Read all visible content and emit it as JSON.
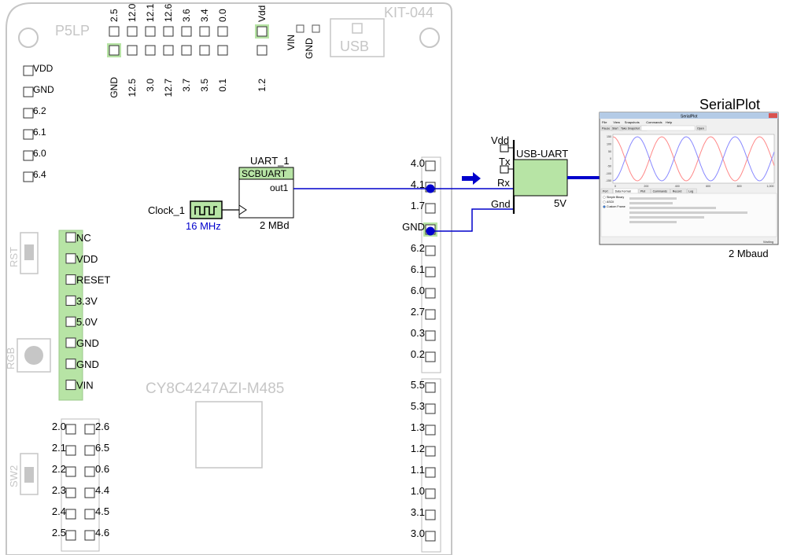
{
  "board": {
    "name": "KIT-044",
    "port_label": "P5LP",
    "chip_label": "CY8C4247AZI-M485",
    "usb_label": "USB",
    "rst_label": "RST",
    "rgb_label": "RGB",
    "sw2_label": "SW2",
    "vin_label": "VIN",
    "gnd_label": "GND"
  },
  "top_header": {
    "top_row": [
      "2.5",
      "12.0",
      "12.1",
      "12.6",
      "3.6",
      "3.4",
      "0.0",
      "Vdd"
    ],
    "bottom_row": [
      "GND",
      "12.5",
      "3.0",
      "12.7",
      "3.7",
      "3.5",
      "0.1",
      "1.2"
    ]
  },
  "left_pins": [
    "VDD",
    "GND",
    "6.2",
    "6.1",
    "6.0",
    "6.4"
  ],
  "power_header": [
    "NC",
    "VDD",
    "RESET",
    "3.3V",
    "5.0V",
    "GND",
    "GND",
    "VIN"
  ],
  "right_header_1": [
    "4.0",
    "4.1",
    "1.7",
    "GND",
    "6.2",
    "6.1",
    "6.0",
    "2.7",
    "0.3",
    "0.2"
  ],
  "right_header_2": [
    "5.5",
    "5.3",
    "1.3",
    "1.2",
    "1.1",
    "1.0",
    "3.1",
    "3.0"
  ],
  "bottom_header": {
    "left": [
      "2.0",
      "2.1",
      "2.2",
      "2.3",
      "2.4",
      "2.5"
    ],
    "right": [
      "2.6",
      "6.5",
      "0.6",
      "4.4",
      "4.5",
      "4.6"
    ]
  },
  "uart": {
    "instance": "UART_1",
    "component": "SCBUART",
    "port": "out1",
    "rate": "2 MBd"
  },
  "clock": {
    "instance": "Clock_1",
    "freq": "16 MHz"
  },
  "usb_uart": {
    "title": "USB-UART",
    "pins": [
      "Vdd",
      "Tx",
      "Rx",
      "Gnd"
    ],
    "voltage": "5V"
  },
  "serialplot": {
    "title": "SerialPlot",
    "baud": "2 Mbaud",
    "window_title": "SerialPlot",
    "menu": [
      "File",
      "View",
      "Snapshots",
      "Commands",
      "Help"
    ],
    "toolbar": [
      "Pause",
      "Start",
      "Take Snapshot",
      "Open"
    ],
    "y_ticks": [
      "150",
      "100",
      "50",
      "0",
      "-50",
      "-100",
      "-150"
    ],
    "x_ticks": [
      "0",
      "200",
      "400",
      "600",
      "800",
      "1,000"
    ],
    "tabs": [
      "Port",
      "Data Format",
      "Plot",
      "Commands",
      "Record",
      "Log"
    ],
    "format_options": [
      "Simple Binary",
      "ASCII",
      "Custom Frame"
    ],
    "status": "Waiting"
  },
  "colors": {
    "wire": "#0000cc",
    "pin_green": "#b7e4a5",
    "board_outline": "#c6c6c6",
    "serialplot_series_1": "#ff8888",
    "serialplot_series_2": "#8888ff"
  }
}
